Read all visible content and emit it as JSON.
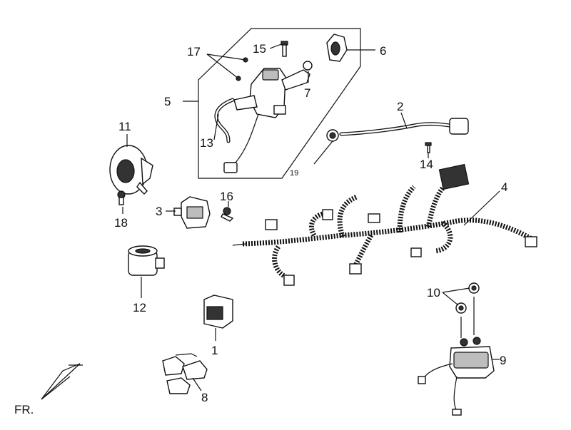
{
  "callouts": {
    "c1": "1",
    "c2": "2",
    "c3": "3",
    "c4": "4",
    "c5": "5",
    "c6": "6",
    "c7": "7",
    "c8": "8",
    "c9": "9",
    "c10": "10",
    "c11": "11",
    "c12": "12",
    "c13": "13",
    "c14": "14",
    "c15": "15",
    "c16": "16",
    "c17": "17",
    "c18": "18",
    "c19": "19"
  },
  "orientation": {
    "label": "FR."
  }
}
